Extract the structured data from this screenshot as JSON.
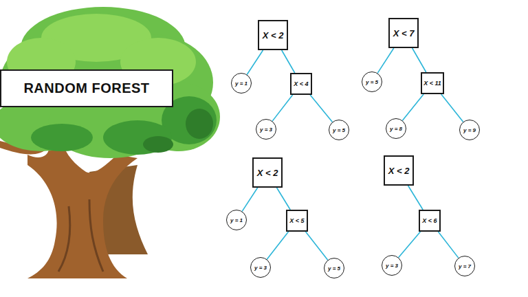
{
  "diagram": {
    "nodes": [
      {
        "text": [
          "RANDOM FOREST"
        ]
      },
      {
        "text": [
          "X < 2"
        ]
      },
      {
        "text": [
          "y = 1"
        ]
      },
      {
        "text": [
          "X < 4"
        ]
      },
      {
        "text": [
          "y = 3"
        ]
      },
      {
        "text": [
          "y = 5"
        ]
      },
      {
        "text": [
          "X < 7"
        ]
      },
      {
        "text": [
          "y = 5"
        ]
      },
      {
        "text": [
          "X < 11"
        ]
      },
      {
        "text": [
          "y = 8"
        ]
      },
      {
        "text": [
          "y = 9"
        ]
      },
      {
        "text": [
          "X < 2"
        ]
      },
      {
        "text": [
          "y = 1"
        ]
      },
      {
        "text": [
          "X < 5"
        ]
      },
      {
        "text": [
          "y = 3"
        ]
      },
      {
        "text": [
          "y = 5"
        ]
      },
      {
        "text": [
          "X < 2"
        ]
      },
      {
        "text": [
          "X < 6"
        ]
      },
      {
        "text": [
          "y = 3"
        ]
      },
      {
        "text": [
          "y = 7"
        ]
      }
    ],
    "edges": [
      {
        "from": 1,
        "to": 2,
        "arrow": "none"
      },
      {
        "from": 1,
        "to": 3,
        "arrow": "none"
      },
      {
        "from": 3,
        "to": 4,
        "arrow": "none"
      },
      {
        "from": 3,
        "to": 5,
        "arrow": "none"
      },
      {
        "from": 6,
        "to": 7,
        "arrow": "none"
      },
      {
        "from": 6,
        "to": 8,
        "arrow": "none"
      },
      {
        "from": 8,
        "to": 9,
        "arrow": "none"
      },
      {
        "from": 8,
        "to": 10,
        "arrow": "none"
      },
      {
        "from": 11,
        "to": 12,
        "arrow": "none"
      },
      {
        "from": 11,
        "to": 13,
        "arrow": "none"
      },
      {
        "from": 13,
        "to": 14,
        "arrow": "none"
      },
      {
        "from": 13,
        "to": 15,
        "arrow": "none"
      },
      {
        "from": 16,
        "to": 17,
        "arrow": "none"
      },
      {
        "from": 17,
        "to": 18,
        "arrow": "none"
      },
      {
        "from": 17,
        "to": 19,
        "arrow": "none"
      }
    ]
  }
}
